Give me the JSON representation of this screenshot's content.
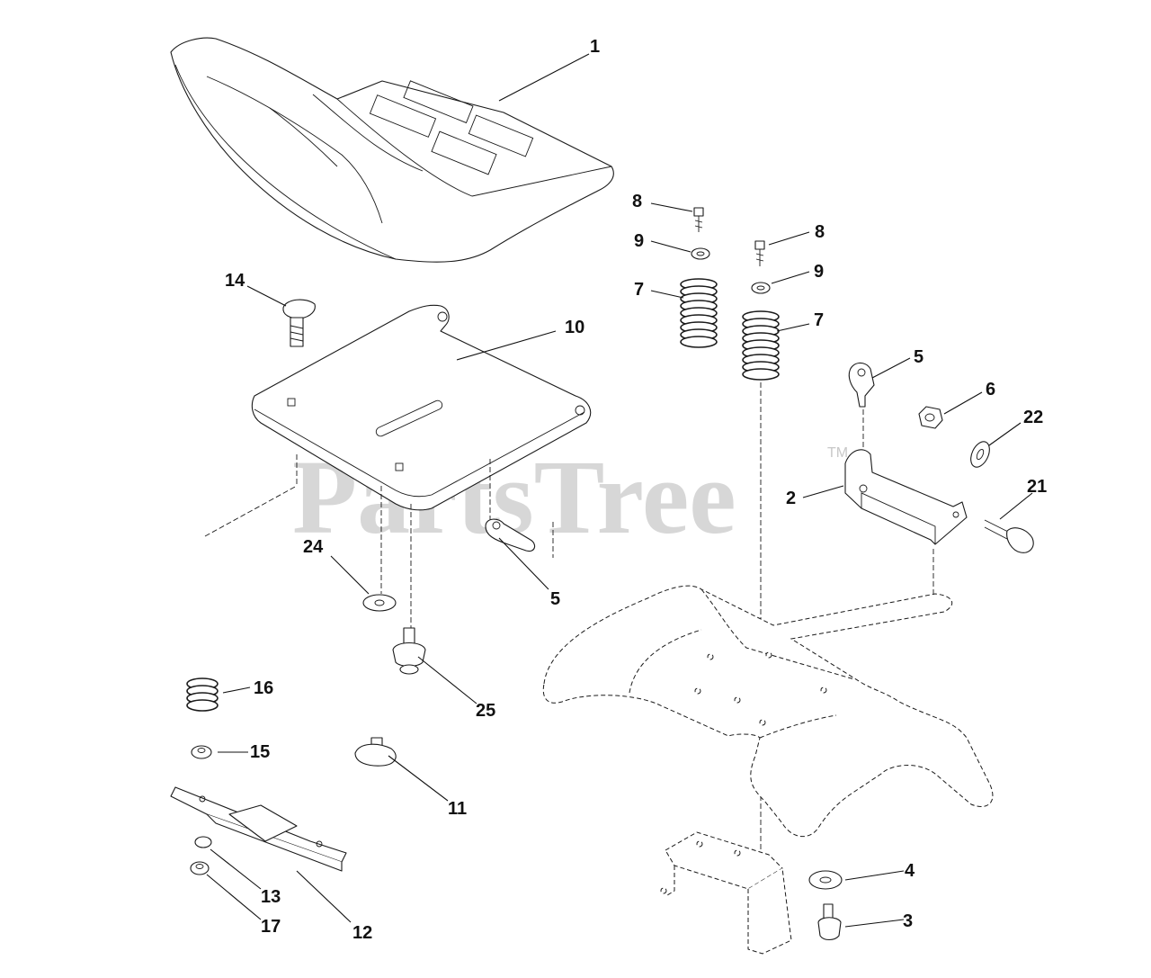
{
  "watermark": {
    "brand": "PartsTree",
    "mark": "TM"
  },
  "callouts": [
    {
      "id": "c1",
      "label": "1"
    },
    {
      "id": "c2",
      "label": "2"
    },
    {
      "id": "c3",
      "label": "3"
    },
    {
      "id": "c4",
      "label": "4"
    },
    {
      "id": "c5a",
      "label": "5"
    },
    {
      "id": "c5b",
      "label": "5"
    },
    {
      "id": "c6",
      "label": "6"
    },
    {
      "id": "c7a",
      "label": "7"
    },
    {
      "id": "c7b",
      "label": "7"
    },
    {
      "id": "c8a",
      "label": "8"
    },
    {
      "id": "c8b",
      "label": "8"
    },
    {
      "id": "c9a",
      "label": "9"
    },
    {
      "id": "c9b",
      "label": "9"
    },
    {
      "id": "c10",
      "label": "10"
    },
    {
      "id": "c11",
      "label": "11"
    },
    {
      "id": "c12",
      "label": "12"
    },
    {
      "id": "c13",
      "label": "13"
    },
    {
      "id": "c14",
      "label": "14"
    },
    {
      "id": "c15",
      "label": "15"
    },
    {
      "id": "c16",
      "label": "16"
    },
    {
      "id": "c17",
      "label": "17"
    },
    {
      "id": "c21",
      "label": "21"
    },
    {
      "id": "c22",
      "label": "22"
    },
    {
      "id": "c24",
      "label": "24"
    },
    {
      "id": "c25",
      "label": "25"
    }
  ]
}
